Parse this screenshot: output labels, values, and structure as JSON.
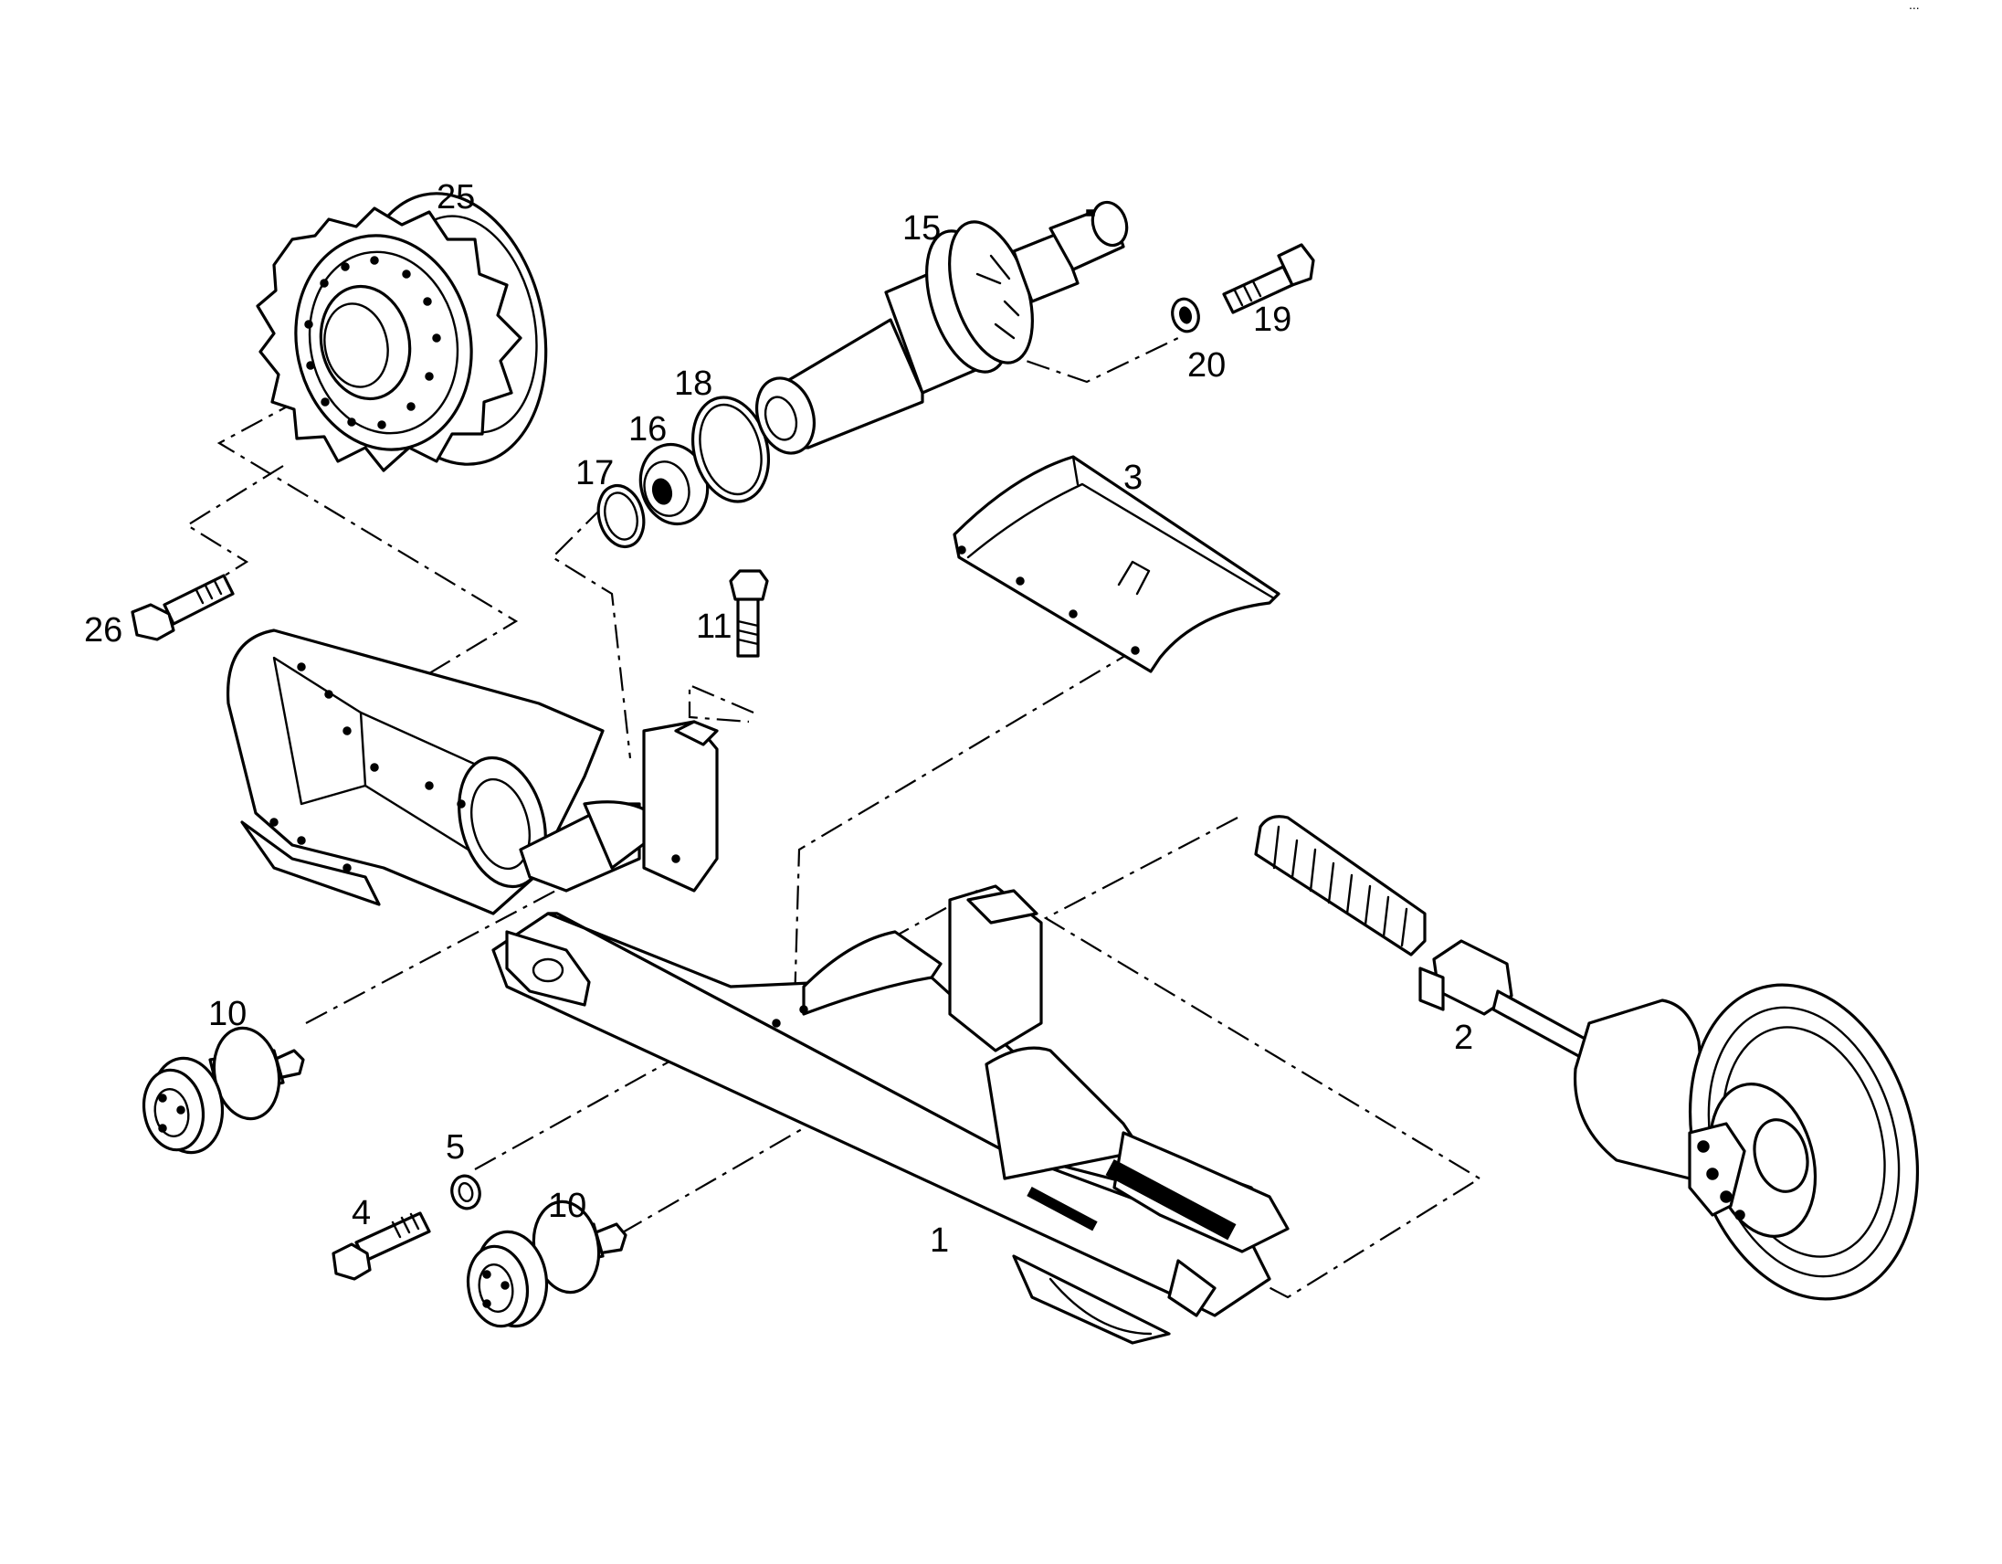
{
  "diagram": {
    "corner_code": "...",
    "callouts": [
      {
        "id": "c25",
        "label": "25"
      },
      {
        "id": "c15",
        "label": "15"
      },
      {
        "id": "c18",
        "label": "18"
      },
      {
        "id": "c16",
        "label": "16"
      },
      {
        "id": "c17",
        "label": "17"
      },
      {
        "id": "c19",
        "label": "19"
      },
      {
        "id": "c20",
        "label": "20"
      },
      {
        "id": "c3",
        "label": "3"
      },
      {
        "id": "c26",
        "label": "26"
      },
      {
        "id": "c11",
        "label": "11"
      },
      {
        "id": "c2",
        "label": "2"
      },
      {
        "id": "c10a",
        "label": "10"
      },
      {
        "id": "c5",
        "label": "5"
      },
      {
        "id": "c4",
        "label": "4"
      },
      {
        "id": "c10b",
        "label": "10"
      },
      {
        "id": "c1",
        "label": "1"
      }
    ]
  }
}
